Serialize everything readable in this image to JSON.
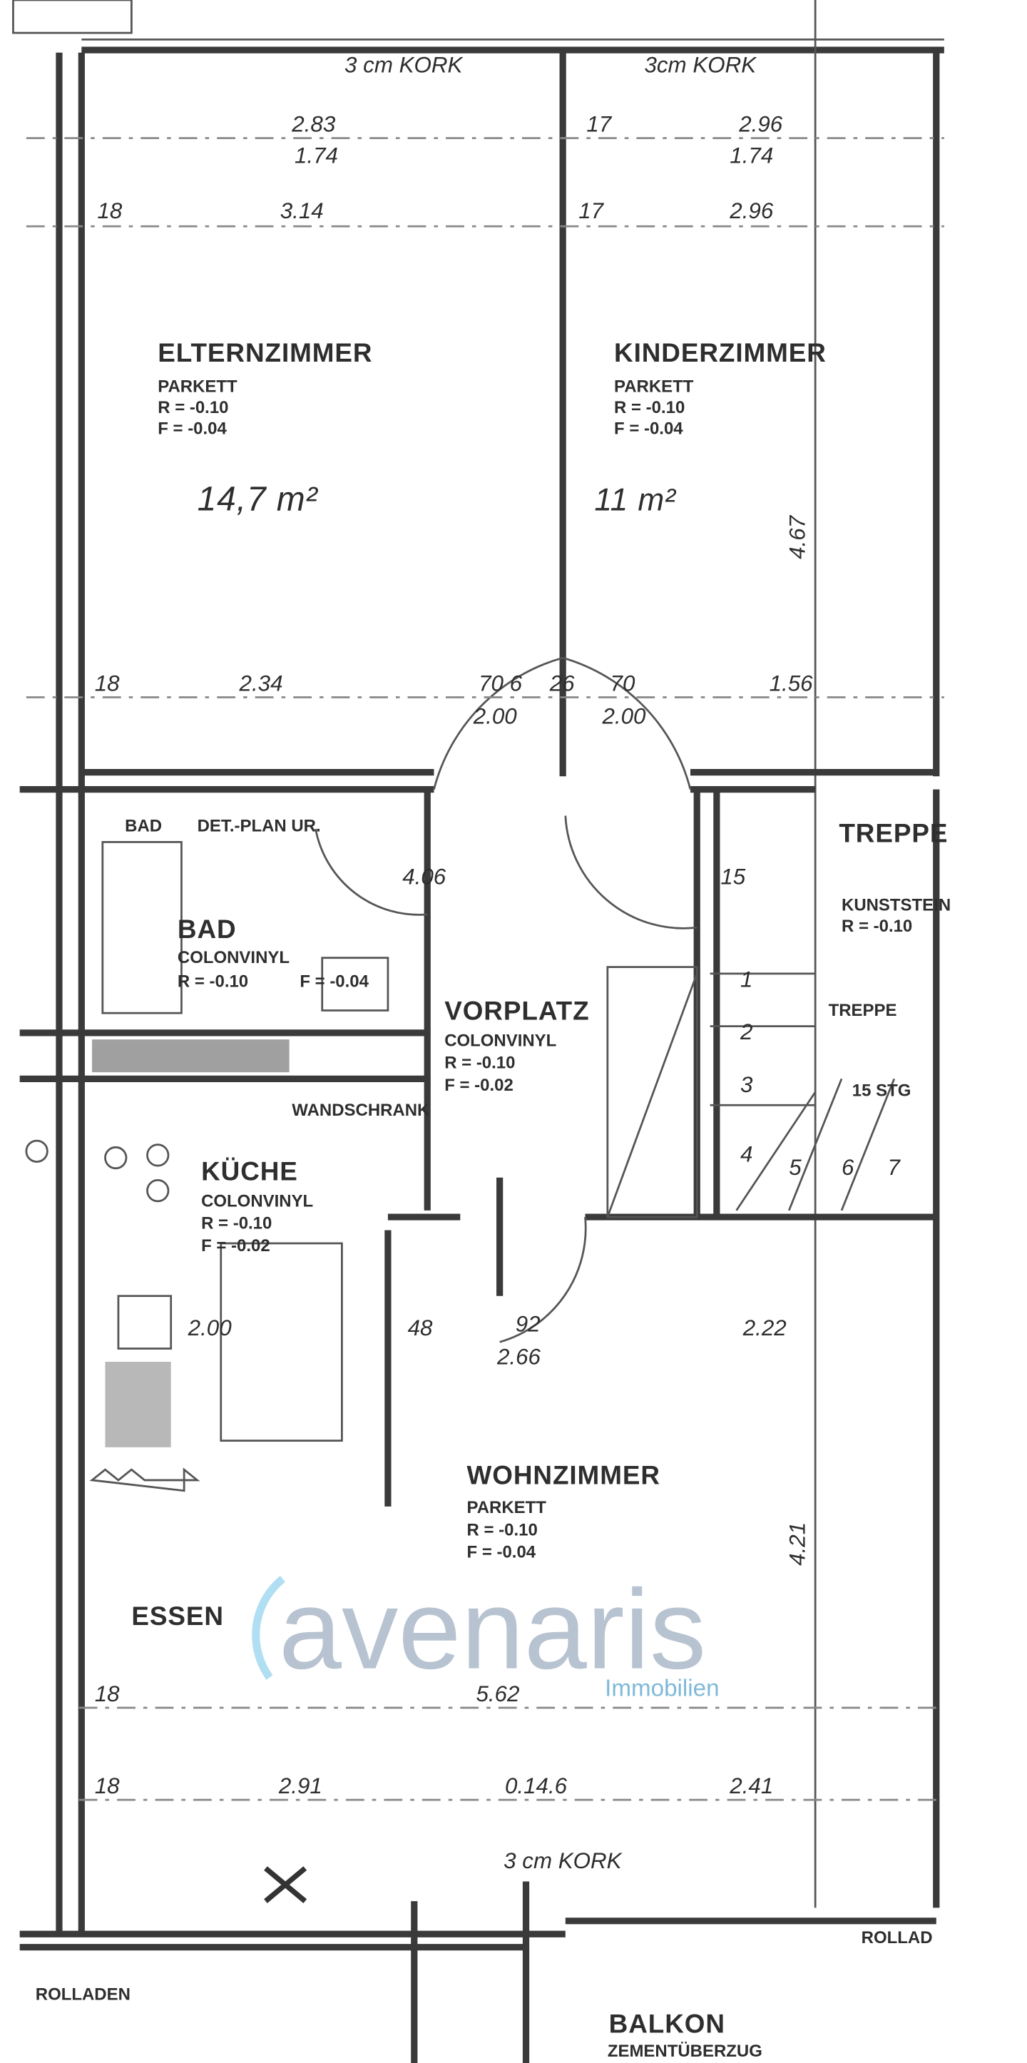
{
  "logo": {
    "name": "avenaris",
    "tagline": "Immobilien",
    "color": "#4fb3e0"
  },
  "rooms": {
    "elternzimmer": {
      "name": "ELTERNZIMMER",
      "floor": "PARKETT",
      "r": "R = -0.10",
      "f": "F = -0.04",
      "area": "14,7 m²"
    },
    "kinderzimmer": {
      "name": "KINDERZIMMER",
      "floor": "PARKETT",
      "r": "R = -0.10",
      "f": "F = -0.04",
      "area": "11 m²"
    },
    "bad_plan": {
      "label": "BAD",
      "note": "DET.-PLAN UR."
    },
    "bad": {
      "name": "BAD",
      "floor": "COLONVINYL",
      "r": "R = -0.10",
      "f": "F = -0.04"
    },
    "vorplatz": {
      "name": "VORPLATZ",
      "floor": "COLONVINYL",
      "r": "R = -0.10",
      "f": "F = -0.02"
    },
    "wandschrank": {
      "name": "WANDSCHRANK"
    },
    "treppe": {
      "name": "TREPPE",
      "floor": "KUNSTSTEIN",
      "r": "R = -0.10",
      "name2": "TREPPE",
      "steps": "15 STG",
      "step_numbers": [
        "1",
        "2",
        "3",
        "4",
        "5",
        "6",
        "7"
      ]
    },
    "kueche": {
      "name": "KÜCHE",
      "floor": "COLONVINYL",
      "r": "R = -0.10",
      "f": "F = -0.02"
    },
    "wohnzimmer": {
      "name": "WOHNZIMMER",
      "floor": "PARKETT",
      "r": "R = -0.10",
      "f": "F = -0.04"
    },
    "essen": {
      "name": "ESSEN"
    },
    "balkon": {
      "name": "BALKON",
      "floor": "ZEMENTÜBERZUG"
    }
  },
  "notes": {
    "kork1": "3 cm KORK",
    "kork2": "3cm KORK",
    "kork3": "3 cm KORK",
    "rolladen1": "ROLLADEN",
    "rolladen2": "ROLLAD"
  },
  "dimensions": {
    "d283": "2.83",
    "d174a": "1.74",
    "d17a": "17",
    "d296a": "2.96",
    "d174b": "1.74",
    "d18a": "18",
    "d314": "3.14",
    "d17b": "17",
    "d296b": "2.96",
    "d467": "4.67",
    "d18b": "18",
    "d234": "2.34",
    "d706": "70 6",
    "d26": "26",
    "d70": "70",
    "d156": "1.56",
    "d200a": "2.00",
    "d200b": "2.00",
    "d406": "4.06",
    "d15": "15",
    "d200c": "2.00",
    "d48": "48",
    "d92": "92",
    "d266": "2.66",
    "d222": "2.22",
    "d421": "4.21",
    "d18c": "18",
    "d562": "5.62",
    "d18d": "18",
    "d291": "2.91",
    "d0146": "0.14.6",
    "d241": "2.41"
  }
}
